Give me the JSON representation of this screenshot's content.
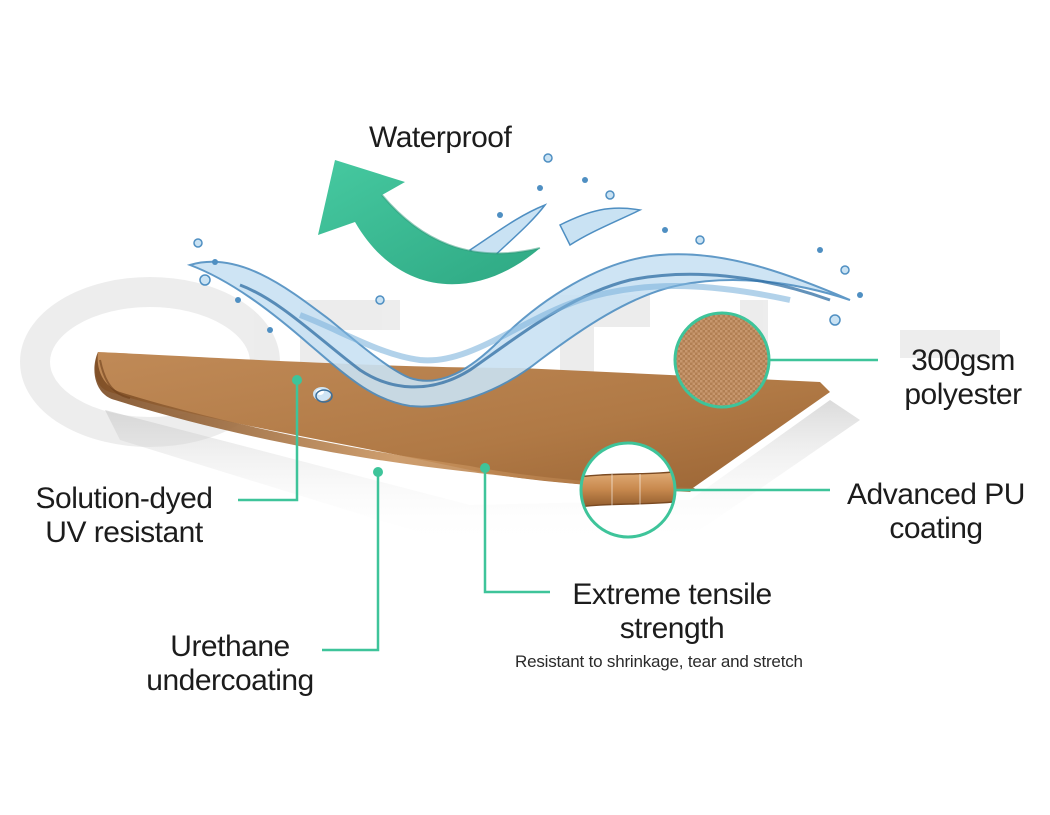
{
  "labels": {
    "waterproof": "Waterproof",
    "polyester_line1": "300gsm",
    "polyester_line2": "polyester",
    "pu_line1": "Advanced PU",
    "pu_line2": "coating",
    "dyed_line1": "Solution-dyed",
    "dyed_line2": "UV resistant",
    "urethane_line1": "Urethane",
    "urethane_line2": "undercoating",
    "tensile_line1": "Extreme tensile",
    "tensile_line2": "strength",
    "tensile_sub": "Resistant to shrinkage, tear and stretch"
  },
  "colors": {
    "accent": "#3ec49a",
    "arrow": "#3dbb95",
    "fabric": "#b57d4c",
    "fabric_dark": "#8d5a30",
    "water": "#4f8fc2",
    "text": "#1c1c1c"
  },
  "icons": {
    "arrow": "curved-arrow-icon",
    "splash": "water-splash-icon",
    "weave": "fabric-weave-icon",
    "coating": "coating-cross-section-icon",
    "droplet": "water-droplet-icon"
  },
  "watermark": "OZPlaza"
}
